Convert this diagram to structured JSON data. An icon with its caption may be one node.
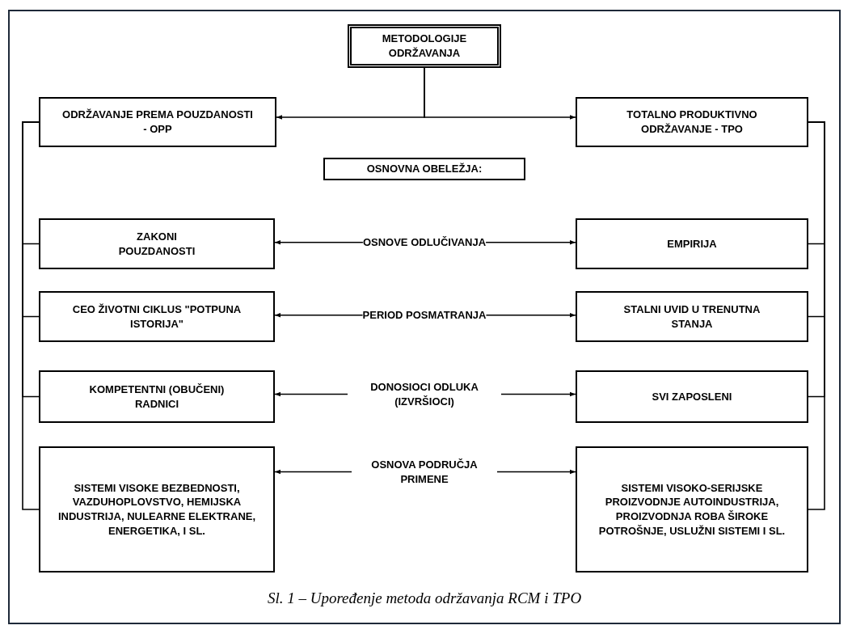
{
  "diagram": {
    "caption": "Sl. 1 – Upoređenje metoda održavanja RCM i TPO",
    "nodes": [
      {
        "text": [
          "METODOLOGIJE ODRŽAVANJA"
        ]
      },
      {
        "text": [
          "ODRŽAVANJE PREMA POUZDANOSTI - OPP"
        ]
      },
      {
        "text": [
          "TOTALNO PRODUKTIVNO ODRŽAVANJE - TPO"
        ]
      },
      {
        "text": [
          "OSNOVNA OBELEŽJA:"
        ]
      },
      {
        "text": [
          "ZAKONI POUZDANOSTI"
        ]
      },
      {
        "text": [
          "OSNOVE ODLUČIVANJA"
        ]
      },
      {
        "text": [
          "EMPIRIJA"
        ]
      },
      {
        "text": [
          "CEO ŽIVOTNI CIKLUS \"POTPUNA ISTORIJA\""
        ]
      },
      {
        "text": [
          "PERIOD POSMATRANJA"
        ]
      },
      {
        "text": [
          "STALNI UVID U TRENUTNA STANJA"
        ]
      },
      {
        "text": [
          "KOMPETENTNI (OBUČENI) RADNICI"
        ]
      },
      {
        "text": [
          "DONOSIOCI ODLUKA (IZVRŠIOCI)"
        ]
      },
      {
        "text": [
          "SVI ZAPOSLENI"
        ]
      },
      {
        "text": [
          "SISTEMI VISOKE BEZBEDNOSTI, VAZDUHOPLOVSTVO, HEMIJSKA INDUSTRIJA, NULEARNE ELEKTRANE, ENERGETIKA, I SL."
        ]
      },
      {
        "text": [
          "OSNOVA PODRUČJA PRIMENE"
        ]
      },
      {
        "text": [
          "SISTEMI VISOKO-SERIJSKE PROIZVODNJE AUTOINDUSTRIJA, PROIZVODNJA ROBA ŠIROKE POTROŠNJE, USLUŽNI SISTEMI I SL."
        ]
      }
    ],
    "edges": [
      {
        "from": 0,
        "to": 1,
        "arrow": "to"
      },
      {
        "from": 0,
        "to": 2,
        "arrow": "to"
      },
      {
        "from": 1,
        "to": 4,
        "arrow": "none"
      },
      {
        "from": 1,
        "to": 7,
        "arrow": "none"
      },
      {
        "from": 1,
        "to": 10,
        "arrow": "none"
      },
      {
        "from": 1,
        "to": 13,
        "arrow": "none"
      },
      {
        "from": 2,
        "to": 6,
        "arrow": "none"
      },
      {
        "from": 2,
        "to": 9,
        "arrow": "none"
      },
      {
        "from": 2,
        "to": 12,
        "arrow": "none"
      },
      {
        "from": 2,
        "to": 15,
        "arrow": "none"
      },
      {
        "from": 5,
        "to": 4,
        "arrow": "to"
      },
      {
        "from": 5,
        "to": 6,
        "arrow": "to"
      },
      {
        "from": 8,
        "to": 7,
        "arrow": "to"
      },
      {
        "from": 8,
        "to": 9,
        "arrow": "to"
      },
      {
        "from": 11,
        "to": 10,
        "arrow": "to"
      },
      {
        "from": 11,
        "to": 12,
        "arrow": "to"
      },
      {
        "from": 14,
        "to": 13,
        "arrow": "to"
      },
      {
        "from": 14,
        "to": 15,
        "arrow": "to"
      }
    ]
  }
}
